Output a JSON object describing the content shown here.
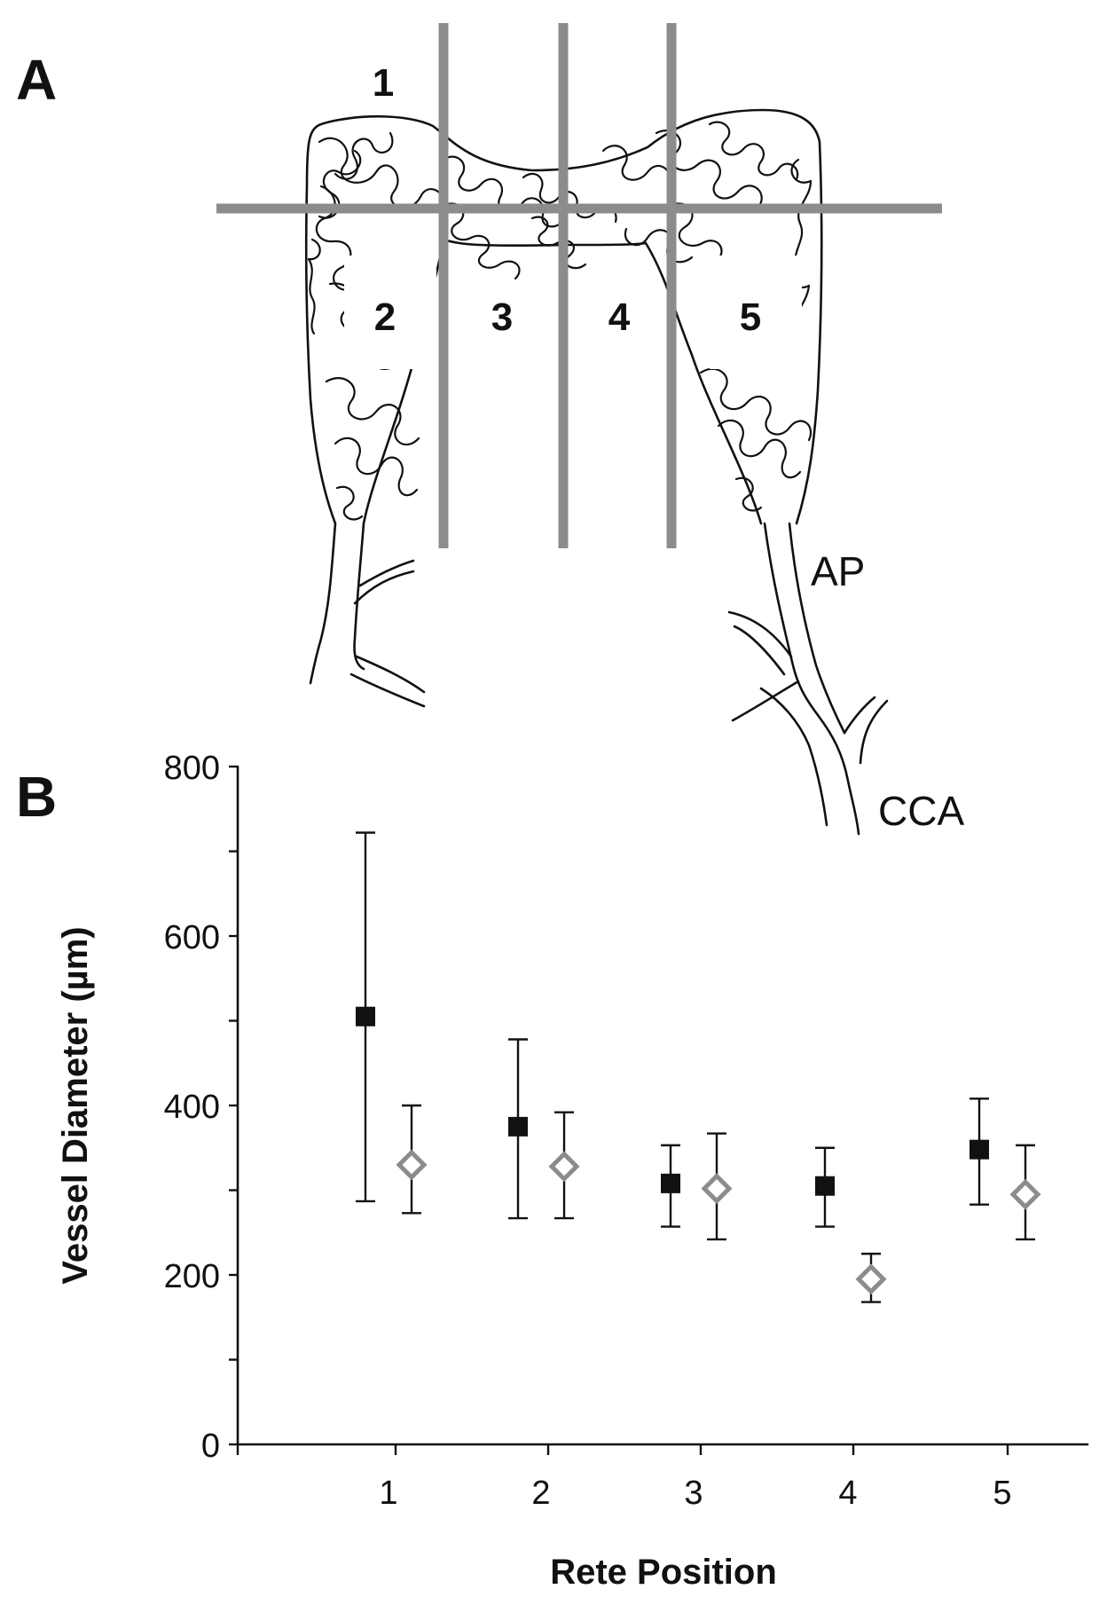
{
  "panel_a": {
    "letter": "A",
    "regions": [
      "1",
      "2",
      "3",
      "4",
      "5"
    ],
    "vessel_labels": {
      "ap": "AP",
      "cca": "CCA"
    }
  },
  "panel_b": {
    "letter": "B"
  },
  "chart_data": {
    "type": "scatter",
    "xlabel": "Rete Position",
    "ylabel": "Vessel Diameter (µm)",
    "ylim": [
      0,
      800
    ],
    "yticks": [
      0,
      200,
      400,
      600,
      800
    ],
    "categories": [
      "1",
      "2",
      "3",
      "4",
      "5"
    ],
    "grid": false,
    "series": [
      {
        "marker": "filled-square",
        "color": "#111111",
        "values": [
          505,
          375,
          308,
          305,
          348
        ],
        "error_low": [
          287,
          267,
          257,
          257,
          283
        ],
        "error_high": [
          722,
          478,
          353,
          350,
          408
        ]
      },
      {
        "marker": "open-diamond",
        "color": "#8c8c8c",
        "values": [
          330,
          328,
          302,
          195,
          295
        ],
        "error_low": [
          273,
          267,
          242,
          168,
          242
        ],
        "error_high": [
          400,
          392,
          367,
          225,
          353
        ]
      }
    ]
  }
}
